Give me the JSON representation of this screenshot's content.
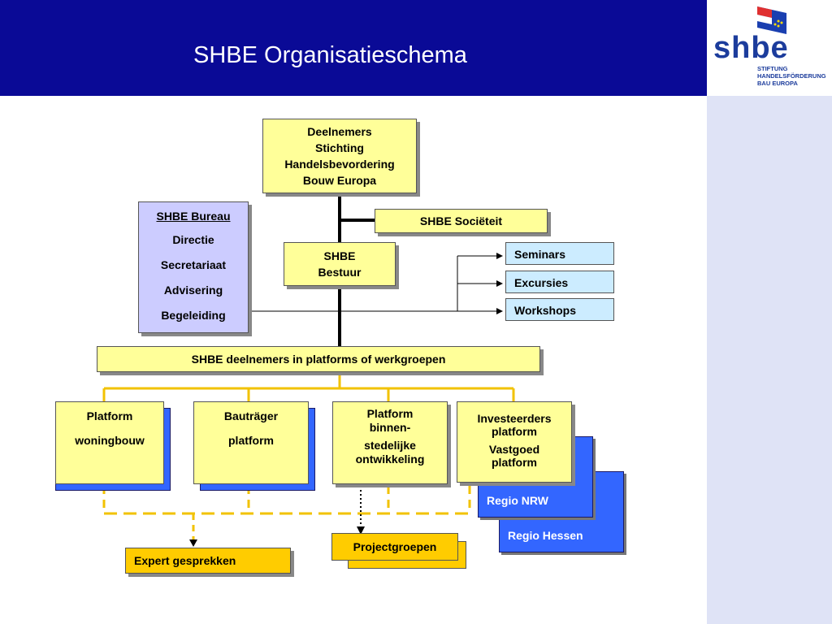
{
  "header": {
    "title": "SHBE Organisatieschema"
  },
  "logo": {
    "text": "shbe",
    "sub": [
      "STIFTUNG",
      "HANDELSFÖRDERUNG",
      "BAU EUROPA"
    ]
  },
  "nodes": {
    "deelnemers": [
      "Deelnemers",
      "Stichting",
      "Handelsbevordering",
      "Bouw Europa"
    ],
    "societeit": "SHBE Sociëteit",
    "bureau": {
      "title": "SHBE Bureau",
      "items": [
        "Directie",
        "Secretariaat",
        "Advisering",
        "Begeleiding"
      ]
    },
    "bestuur": [
      "SHBE",
      "Bestuur"
    ],
    "seminars": "Seminars",
    "excursies": "Excursies",
    "workshops": "Workshops",
    "platforms_bar": "SHBE deelnemers in platforms of werkgroepen",
    "woningbouw": [
      "Platform",
      "woningbouw"
    ],
    "bautrager": [
      "Bauträger",
      "platform"
    ],
    "binnen": [
      "Platform",
      "binnen-",
      "stedelijke",
      "ontwikkeling"
    ],
    "investeerders": [
      "Investeerders",
      "platform",
      "Vastgoed",
      "platform"
    ],
    "regio_nrw": "Regio NRW",
    "regio_hessen": "Regio Hessen",
    "expert": "Expert gesprekken",
    "projectgroepen": "Projectgroepen"
  },
  "colors": {
    "header": "#0a0a96",
    "yellow": "#ffff99",
    "lavender": "#ccccff",
    "light_blue": "#ccecff",
    "blue": "#3366ff",
    "orange": "#ffcc00",
    "connector_gold": "#f2c200"
  }
}
